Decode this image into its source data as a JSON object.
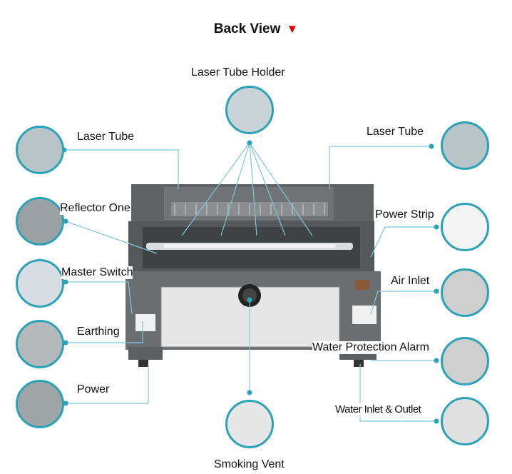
{
  "title": "Back View",
  "labels": {
    "laser_tube_holder": "Laser Tube Holder",
    "laser_tube_left": "Laser Tube",
    "laser_tube_right": "Laser Tube",
    "reflector_one": "Reflector One",
    "power_strip": "Power Strip",
    "master_switch": "Master Switch",
    "air_inlet": "Air Inlet",
    "earthing": "Earthing",
    "water_protection_alarm": "Water Protection Alarm",
    "power": "Power",
    "water_inlet_outlet": "Water Inlet & Outlet",
    "smoking_vent": "Smoking Vent"
  },
  "colors": {
    "accent": "#2aa3b8",
    "marker": "#e00000",
    "machine": "#6e7275"
  }
}
